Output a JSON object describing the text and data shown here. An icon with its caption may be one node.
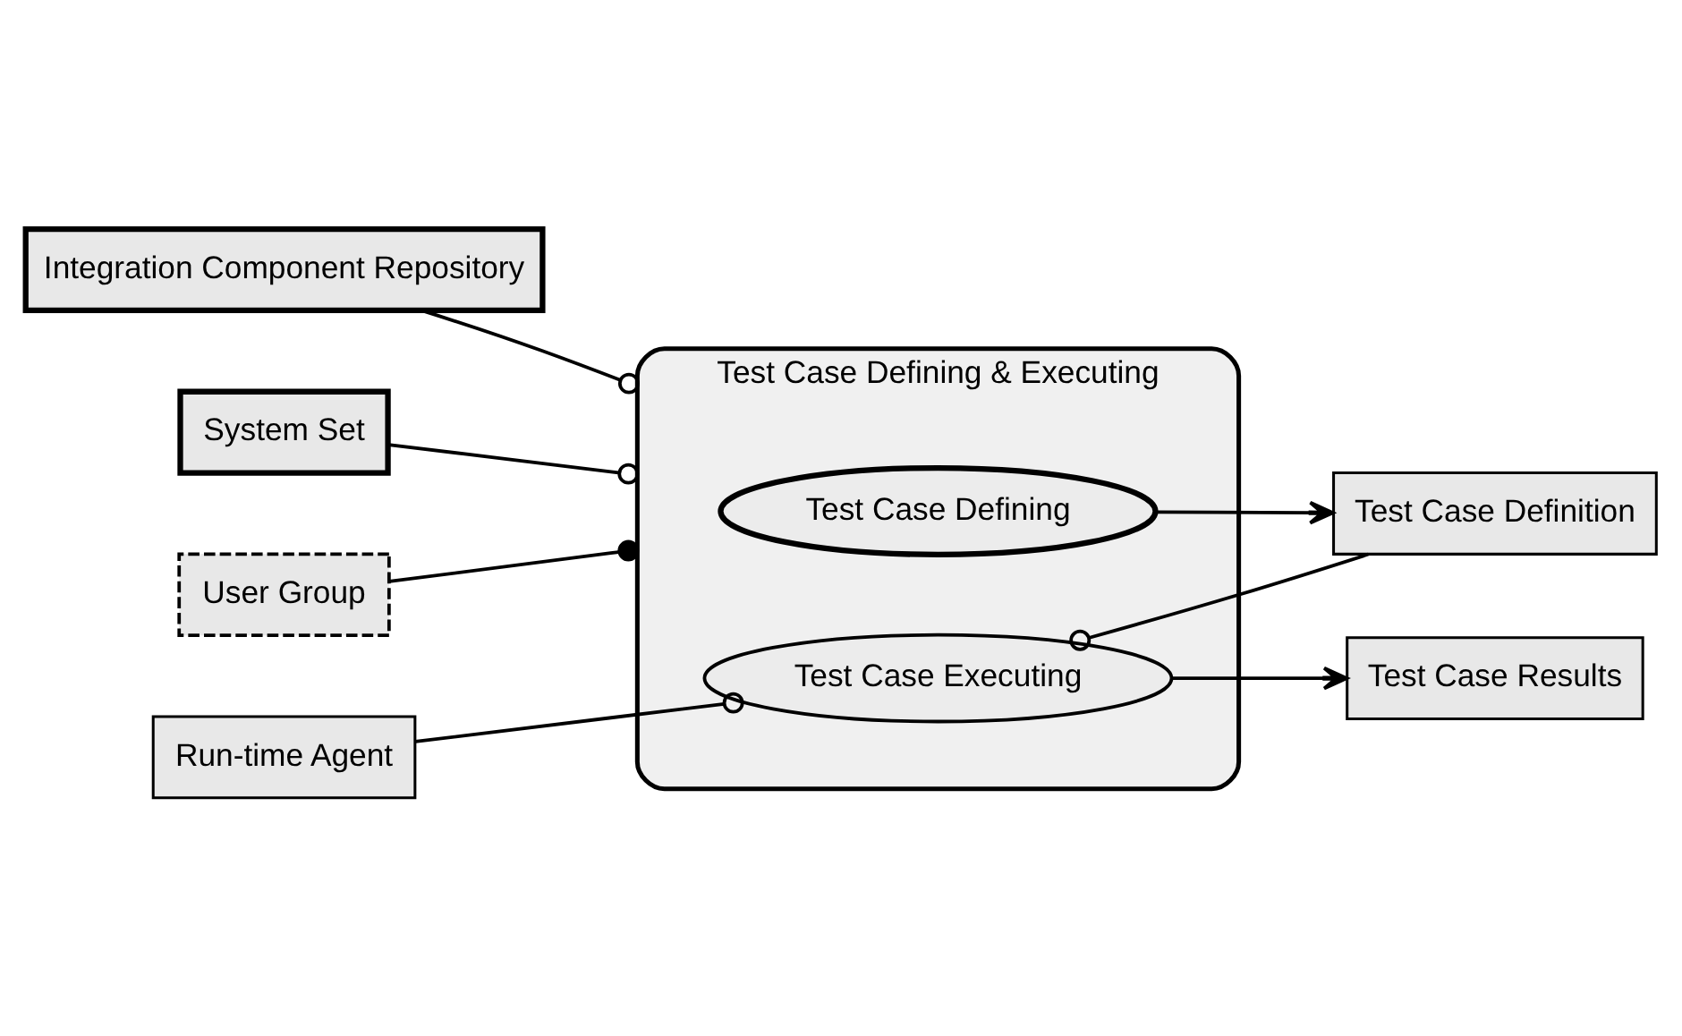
{
  "diagram": {
    "nodes": [
      {
        "text": [
          "Test Case Defining & Executing"
        ]
      },
      {
        "text": [
          "Integration Component Repository"
        ]
      },
      {
        "text": [
          "Test Case Defining"
        ],
        "in": 0
      },
      {
        "text": [
          "Test Case Definition"
        ]
      },
      {
        "text": [
          "System Set"
        ]
      },
      {
        "text": [
          "Run-time Agent"
        ]
      },
      {
        "text": [
          "Test Case Executing"
        ],
        "in": 0
      },
      {
        "text": [
          "Test Case Results"
        ]
      },
      {
        "text": [
          "User Group"
        ]
      }
    ],
    "edges": [
      {
        "from": 1,
        "to": 0,
        "arrow": "other"
      },
      {
        "from": 2,
        "to": 3,
        "arrow": "to"
      },
      {
        "from": 4,
        "to": 0,
        "arrow": "other"
      },
      {
        "from": 3,
        "to": 6,
        "arrow": "other"
      },
      {
        "from": 5,
        "to": 6,
        "arrow": "other"
      },
      {
        "from": 6,
        "to": 7,
        "arrow": "to"
      },
      {
        "from": 8,
        "to": 0,
        "arrow": "other"
      }
    ]
  }
}
